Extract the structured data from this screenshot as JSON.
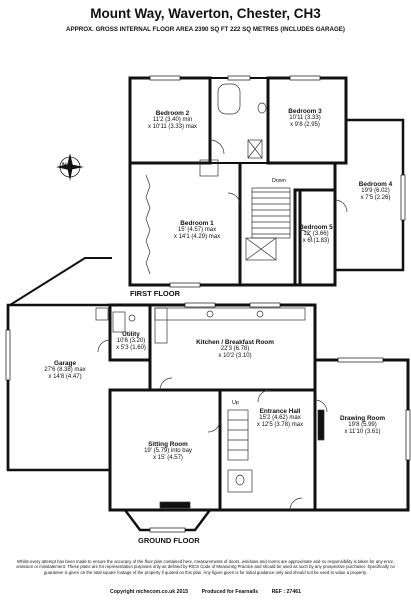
{
  "header": {
    "title": "Mount Way, Waverton, Chester, CH3",
    "subtitle": "APPROX. GROSS INTERNAL FLOOR AREA 2390 SQ FT 222 SQ METRES (INCLUDES GARAGE)"
  },
  "compass": {
    "letter": "N"
  },
  "first_floor": {
    "label": "FIRST FLOOR",
    "down_label": "Down",
    "rooms": [
      {
        "name": "Bedroom 2",
        "line1": "11'2 (3.40) min",
        "line2": "x 10'11 (3.33) max"
      },
      {
        "name": "Bedroom 3",
        "line1": "10'11 (3.33)",
        "line2": "x 9'8 (2.95)"
      },
      {
        "name": "Bedroom 4",
        "line1": "19'9 (6.02)",
        "line2": "x 7'5 (2.26)"
      },
      {
        "name": "Bedroom 1",
        "line1": "15' (4.57) max",
        "line2": "x 14'1 (4.29) max"
      },
      {
        "name": "Bedroom 5",
        "line1": "12' (3.66)",
        "line2": "x 6' (1.83)"
      }
    ]
  },
  "ground_floor": {
    "label": "GROUND FLOOR",
    "up_label": "Up",
    "rooms": [
      {
        "name": "Garage",
        "line1": "27'6 (8.38) max",
        "line2": "x 14'8 (4.47)"
      },
      {
        "name": "Utility",
        "line1": "10'6 (3.20)",
        "line2": "x 5'3 (1.60)"
      },
      {
        "name": "Kitchen / Breakfast Room",
        "line1": "22'3 (6.78)",
        "line2": "x 10'2 (3.10)"
      },
      {
        "name": "Entrance Hall",
        "line1": "15'2 (4.62) max",
        "line2": "x 12'5 (3.78) max"
      },
      {
        "name": "Drawing Room",
        "line1": "19'8 (5.99)",
        "line2": "x 11'10 (3.61)"
      },
      {
        "name": "Sitting Room",
        "line1": "19' (5.79) into bay",
        "line2": "x 15' (4.57)"
      }
    ]
  },
  "disclaimer": "Whilst every attempt has been made to ensure the accuracy of the floor plan contained here, measurements of doors, windows and rooms are approximate and no responsibility is taken for any error, omission or misstatement. These plans are for representation purposes only as defined by RICS Code of Measuring Practice and should be used as such by any prospective purchaser. Specifically no guarantee is given on the total square footage of the property if quoted on this plan. Any figure given is for initial guidance only and should not be used to value a property.",
  "footer": {
    "copyright": "Copyright nichecom.co.uk 2015",
    "produced": "Produced for Fearnalls",
    "ref": "REF : 27461"
  }
}
